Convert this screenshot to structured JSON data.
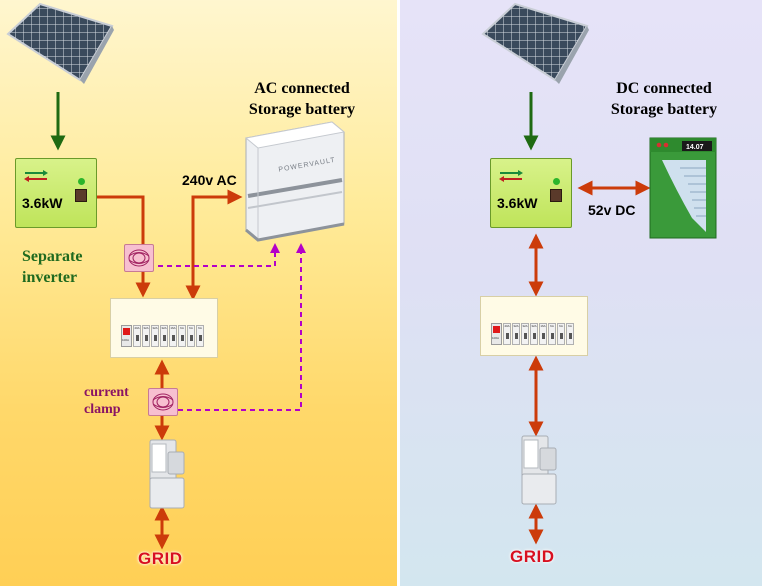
{
  "left": {
    "title_line1": "AC connected",
    "title_line2": "Storage battery",
    "inverter_label": "3.6kW",
    "voltage_label": "240v AC",
    "separate_line1": "Separate",
    "separate_line2": "inverter",
    "clamp_line1": "current",
    "clamp_line2": "clamp",
    "grid_label": "GRID",
    "battery_brand": "POWERVAULT"
  },
  "right": {
    "title_line1": "DC connected",
    "title_line2": "Storage battery",
    "inverter_label": "3.6kW",
    "voltage_label": "52v DC",
    "grid_label": "GRID",
    "battery_display": "14.07"
  },
  "consumer_unit": {
    "main_switch": "100A",
    "breakers": [
      "40A",
      "32A",
      "32A",
      "32A",
      "16A",
      "6A",
      "6A",
      "6A"
    ]
  },
  "colors": {
    "power_line": "#cc3b0a",
    "panel_arrow": "#1f6a12",
    "signal_line": "#b400c8",
    "grid_text": "#d81020"
  }
}
